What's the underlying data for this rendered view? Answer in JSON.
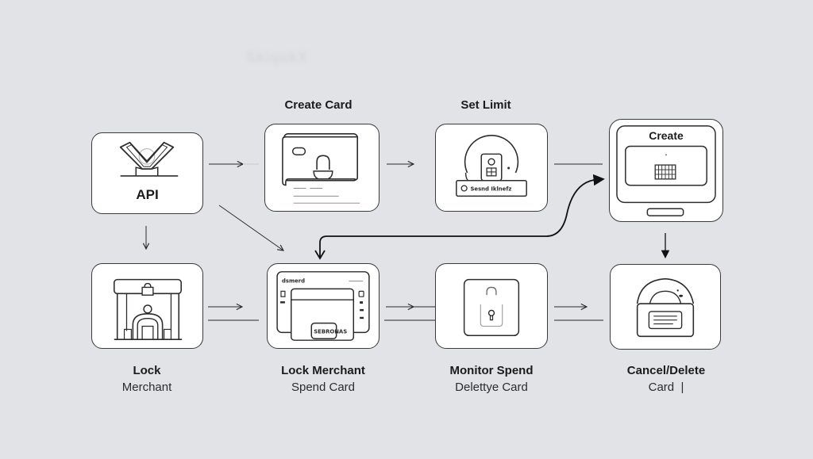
{
  "watermark": "SkiqukX",
  "nodes": {
    "api": {
      "label": "API"
    },
    "create_card": {
      "title": "Create Card"
    },
    "set_limit": {
      "title": "Set Limit",
      "inner_text": "Sesnd Iklnefz"
    },
    "create": {
      "label": "Create"
    },
    "lock_merchant": {
      "line1": "Lock",
      "line2": "Merchant"
    },
    "lock_merchant_spend": {
      "line1": "Lock Merchant",
      "line2": "Spend Card",
      "header_text": "dsmerd",
      "slot_text": "SEBRONAS"
    },
    "monitor_spend": {
      "line1": "Monitor Spend",
      "line2": "Delettye Card"
    },
    "cancel_delete": {
      "line1": "Cancel/Delete",
      "line2": "Card  |"
    }
  },
  "colors": {
    "background": "#e1e3e7",
    "node_fill": "#ffffff",
    "stroke": "#3a3a3a",
    "arrow": "#2a2a2a"
  }
}
